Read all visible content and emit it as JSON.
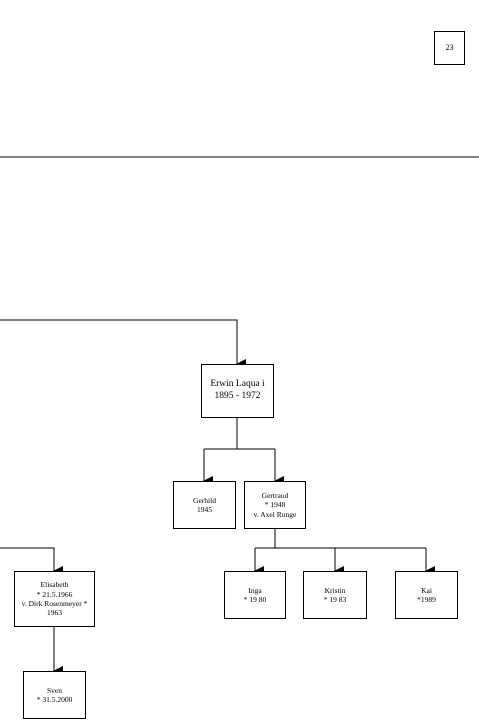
{
  "page": {
    "number": "23"
  },
  "persons": {
    "erwin": {
      "name": "Erwin Laqua i",
      "years": "1895 - 1972"
    },
    "gerhild": {
      "name": "Gerhild",
      "birth": "1945"
    },
    "gertraud": {
      "name": "Gertraud",
      "birth": "* 1948",
      "spouse": "v. Axel Runge"
    },
    "elisabeth": {
      "name": "Elisabeth",
      "birth": "* 21.5.1966",
      "spouse": "v. Dirk Rosenmeyer *",
      "spouse_birth": "1963"
    },
    "inga": {
      "name": "Inga",
      "birth": "* 19 80"
    },
    "kristin": {
      "name": "Kristin",
      "birth": "* 19 83"
    },
    "kai": {
      "name": "Kai",
      "birth": "*1989"
    },
    "sven": {
      "name": "Sven",
      "birth": "* 31.5.2000"
    }
  }
}
